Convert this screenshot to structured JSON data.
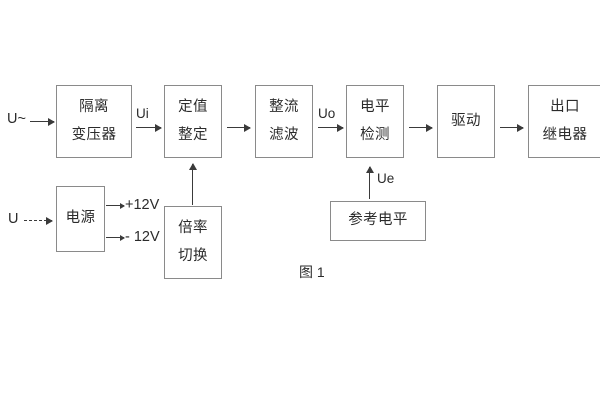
{
  "diagram": {
    "caption": "图 1",
    "blocks": [
      {
        "id": "isolation-transformer",
        "lines": [
          "隔离",
          "变压器"
        ]
      },
      {
        "id": "setting-value",
        "lines": [
          "定值",
          "整定"
        ]
      },
      {
        "id": "rectify-filter",
        "lines": [
          "整流",
          "滤波"
        ]
      },
      {
        "id": "level-detection",
        "lines": [
          "电平",
          "检测"
        ]
      },
      {
        "id": "drive",
        "lines": [
          "驱动"
        ]
      },
      {
        "id": "output-relay",
        "lines": [
          "出口",
          "继电器"
        ]
      },
      {
        "id": "power-supply",
        "lines": [
          "电源"
        ]
      },
      {
        "id": "multiplier-switch",
        "lines": [
          "倍率",
          "切换"
        ]
      },
      {
        "id": "reference-level",
        "lines": [
          "参考电平"
        ]
      }
    ],
    "labels": {
      "input_ac": "U~",
      "input_dc": "U",
      "ui": "Ui",
      "uo": "Uo",
      "ue": "Ue",
      "rail_positive": "+12V",
      "rail_negative": "- 12V"
    },
    "colors": {
      "background": "#ffffff",
      "box_border": "#8a8a8a",
      "text": "#2b2b2b",
      "arrow": "#3a3a3a"
    }
  }
}
